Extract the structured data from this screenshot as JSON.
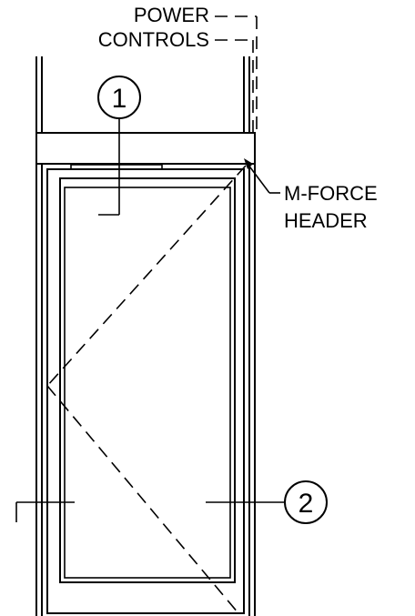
{
  "labels": {
    "power": "POWER",
    "controls": "CONTROLS",
    "header_line1": "M-FORCE",
    "header_line2": "HEADER"
  },
  "callouts": {
    "one": "1",
    "two": "2"
  }
}
